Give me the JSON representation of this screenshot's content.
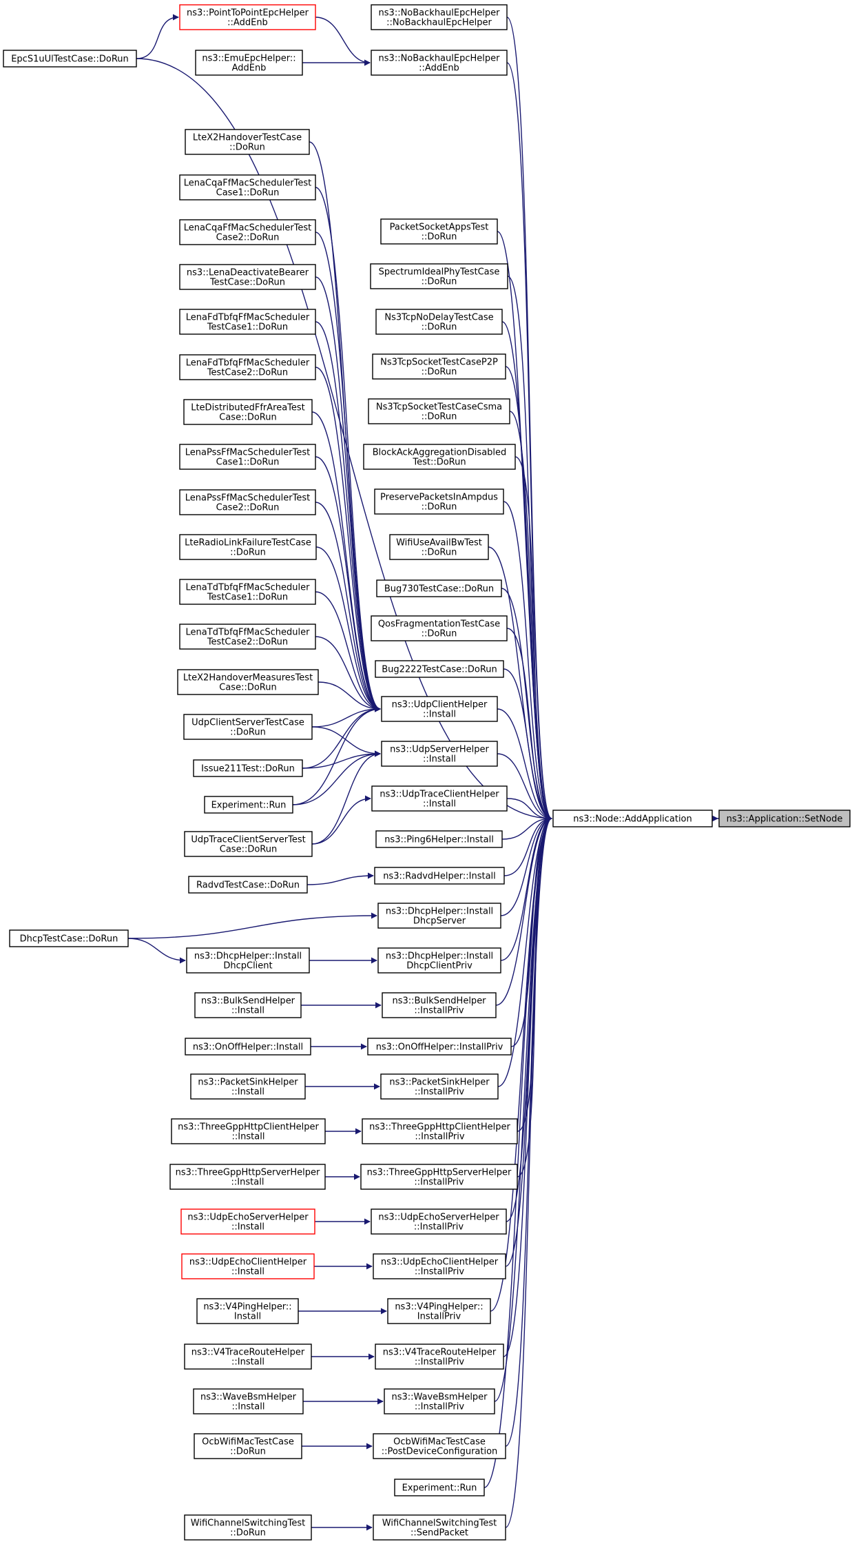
{
  "graph": {
    "edge_color": "#191970",
    "target": "set_node",
    "nodes": {
      "set_node": {
        "lines": [
          "ns3::Application::SetNode"
        ],
        "style": "target"
      },
      "add_app": {
        "lines": [
          "ns3::Node::AddApplication"
        ]
      },
      "nobh_ctor": {
        "lines": [
          "ns3::NoBackhaulEpcHelper",
          "::NoBackhaulEpcHelper"
        ]
      },
      "nobh_addenb": {
        "lines": [
          "ns3::NoBackhaulEpcHelper",
          "::AddEnb"
        ]
      },
      "p2p_addenb": {
        "lines": [
          "ns3::PointToPointEpcHelper",
          "::AddEnb"
        ],
        "style": "red"
      },
      "emu_addenb": {
        "lines": [
          "ns3::EmuEpcHelper::",
          "AddEnb"
        ]
      },
      "epcs1u": {
        "lines": [
          "EpcS1uUlTestCase::DoRun"
        ]
      },
      "ltex2ho": {
        "lines": [
          "LteX2HandoverTestCase",
          "::DoRun"
        ]
      },
      "cqa1": {
        "lines": [
          "LenaCqaFfMacSchedulerTest",
          "Case1::DoRun"
        ]
      },
      "cqa2": {
        "lines": [
          "LenaCqaFfMacSchedulerTest",
          "Case2::DoRun"
        ]
      },
      "deact": {
        "lines": [
          "ns3::LenaDeactivateBearer",
          "TestCase::DoRun"
        ]
      },
      "fdtbfq1": {
        "lines": [
          "LenaFdTbfqFfMacScheduler",
          "TestCase1::DoRun"
        ]
      },
      "fdtbfq2": {
        "lines": [
          "LenaFdTbfqFfMacScheduler",
          "TestCase2::DoRun"
        ]
      },
      "distffr": {
        "lines": [
          "LteDistributedFfrAreaTest",
          "Case::DoRun"
        ]
      },
      "pss1": {
        "lines": [
          "LenaPssFfMacSchedulerTest",
          "Case1::DoRun"
        ]
      },
      "pss2": {
        "lines": [
          "LenaPssFfMacSchedulerTest",
          "Case2::DoRun"
        ]
      },
      "rlf": {
        "lines": [
          "LteRadioLinkFailureTestCase",
          "::DoRun"
        ]
      },
      "tdtbfq1": {
        "lines": [
          "LenaTdTbfqFfMacScheduler",
          "TestCase1::DoRun"
        ]
      },
      "tdtbfq2": {
        "lines": [
          "LenaTdTbfqFfMacScheduler",
          "TestCase2::DoRun"
        ]
      },
      "x2meas": {
        "lines": [
          "LteX2HandoverMeasuresTest",
          "Case::DoRun"
        ]
      },
      "udpcs": {
        "lines": [
          "UdpClientServerTestCase",
          "::DoRun"
        ]
      },
      "issue211": {
        "lines": [
          "Issue211Test::DoRun"
        ]
      },
      "exprun1": {
        "lines": [
          "Experiment::Run"
        ]
      },
      "udptcs": {
        "lines": [
          "UdpTraceClientServerTest",
          "Case::DoRun"
        ]
      },
      "radvdtc": {
        "lines": [
          "RadvdTestCase::DoRun"
        ]
      },
      "dhcptc": {
        "lines": [
          "DhcpTestCase::DoRun"
        ]
      },
      "pktsock": {
        "lines": [
          "PacketSocketAppsTest",
          "::DoRun"
        ]
      },
      "specideal": {
        "lines": [
          "SpectrumIdealPhyTestCase",
          "::DoRun"
        ]
      },
      "tcpnodelay": {
        "lines": [
          "Ns3TcpNoDelayTestCase",
          "::DoRun"
        ]
      },
      "tcpp2p": {
        "lines": [
          "Ns3TcpSocketTestCaseP2P",
          "::DoRun"
        ]
      },
      "tcpcsma": {
        "lines": [
          "Ns3TcpSocketTestCaseCsma",
          "::DoRun"
        ]
      },
      "blockack": {
        "lines": [
          "BlockAckAggregationDisabled",
          "Test::DoRun"
        ]
      },
      "preserve": {
        "lines": [
          "PreservePacketsInAmpdus",
          "::DoRun"
        ]
      },
      "wifiavail": {
        "lines": [
          "WifiUseAvailBwTest",
          "::DoRun"
        ]
      },
      "bug730": {
        "lines": [
          "Bug730TestCase::DoRun"
        ]
      },
      "qosfrag": {
        "lines": [
          "QosFragmentationTestCase",
          "::DoRun"
        ]
      },
      "bug2222": {
        "lines": [
          "Bug2222TestCase::DoRun"
        ]
      },
      "udpclient_inst": {
        "lines": [
          "ns3::UdpClientHelper",
          "::Install"
        ]
      },
      "udpserver_inst": {
        "lines": [
          "ns3::UdpServerHelper",
          "::Install"
        ]
      },
      "udptrace_inst": {
        "lines": [
          "ns3::UdpTraceClientHelper",
          "::Install"
        ]
      },
      "ping6": {
        "lines": [
          "ns3::Ping6Helper::Install"
        ]
      },
      "radvd_inst": {
        "lines": [
          "ns3::RadvdHelper::Install"
        ]
      },
      "dhcp_server": {
        "lines": [
          "ns3::DhcpHelper::Install",
          "DhcpServer"
        ]
      },
      "dhcp_client": {
        "lines": [
          "ns3::DhcpHelper::Install",
          "DhcpClient"
        ]
      },
      "dhcp_clientpriv": {
        "lines": [
          "ns3::DhcpHelper::Install",
          "DhcpClientPriv"
        ]
      },
      "bulk_inst": {
        "lines": [
          "ns3::BulkSendHelper",
          "::Install"
        ]
      },
      "bulk_priv": {
        "lines": [
          "ns3::BulkSendHelper",
          "::InstallPriv"
        ]
      },
      "onoff_inst": {
        "lines": [
          "ns3::OnOffHelper::Install"
        ]
      },
      "onoff_priv": {
        "lines": [
          "ns3::OnOffHelper::InstallPriv"
        ]
      },
      "sink_inst": {
        "lines": [
          "ns3::PacketSinkHelper",
          "::Install"
        ]
      },
      "sink_priv": {
        "lines": [
          "ns3::PacketSinkHelper",
          "::InstallPriv"
        ]
      },
      "httpc_inst": {
        "lines": [
          "ns3::ThreeGppHttpClientHelper",
          "::Install"
        ]
      },
      "httpc_priv": {
        "lines": [
          "ns3::ThreeGppHttpClientHelper",
          "::InstallPriv"
        ]
      },
      "https_inst": {
        "lines": [
          "ns3::ThreeGppHttpServerHelper",
          "::Install"
        ]
      },
      "https_priv": {
        "lines": [
          "ns3::ThreeGppHttpServerHelper",
          "::InstallPriv"
        ]
      },
      "echos_inst": {
        "lines": [
          "ns3::UdpEchoServerHelper",
          "::Install"
        ],
        "style": "red"
      },
      "echos_priv": {
        "lines": [
          "ns3::UdpEchoServerHelper",
          "::InstallPriv"
        ]
      },
      "echoc_inst": {
        "lines": [
          "ns3::UdpEchoClientHelper",
          "::Install"
        ],
        "style": "red"
      },
      "echoc_priv": {
        "lines": [
          "ns3::UdpEchoClientHelper",
          "::InstallPriv"
        ]
      },
      "v4ping_inst": {
        "lines": [
          "ns3::V4PingHelper::",
          "Install"
        ]
      },
      "v4ping_priv": {
        "lines": [
          "ns3::V4PingHelper::",
          "InstallPriv"
        ]
      },
      "v4tr_inst": {
        "lines": [
          "ns3::V4TraceRouteHelper",
          "::Install"
        ]
      },
      "v4tr_priv": {
        "lines": [
          "ns3::V4TraceRouteHelper",
          "::InstallPriv"
        ]
      },
      "bsm_inst": {
        "lines": [
          "ns3::WaveBsmHelper",
          "::Install"
        ]
      },
      "bsm_priv": {
        "lines": [
          "ns3::WaveBsmHelper",
          "::InstallPriv"
        ]
      },
      "ocb_dorun": {
        "lines": [
          "OcbWifiMacTestCase",
          "::DoRun"
        ]
      },
      "ocb_post": {
        "lines": [
          "OcbWifiMacTestCase",
          "::PostDeviceConfiguration"
        ]
      },
      "exprun2": {
        "lines": [
          "Experiment::Run"
        ]
      },
      "wcs_dorun": {
        "lines": [
          "WifiChannelSwitchingTest",
          "::DoRun"
        ]
      },
      "wcs_send": {
        "lines": [
          "WifiChannelSwitchingTest",
          "::SendPacket"
        ]
      }
    },
    "edges": [
      [
        "add_app",
        "set_node"
      ],
      [
        "nobh_ctor",
        "add_app"
      ],
      [
        "nobh_addenb",
        "add_app"
      ],
      [
        "p2p_addenb",
        "nobh_addenb"
      ],
      [
        "emu_addenb",
        "nobh_addenb"
      ],
      [
        "epcs1u",
        "p2p_addenb"
      ],
      [
        "epcs1u",
        "add_app"
      ],
      [
        "pktsock",
        "add_app"
      ],
      [
        "specideal",
        "add_app"
      ],
      [
        "tcpnodelay",
        "add_app"
      ],
      [
        "tcpp2p",
        "add_app"
      ],
      [
        "tcpcsma",
        "add_app"
      ],
      [
        "blockack",
        "add_app"
      ],
      [
        "preserve",
        "add_app"
      ],
      [
        "wifiavail",
        "add_app"
      ],
      [
        "bug730",
        "add_app"
      ],
      [
        "qosfrag",
        "add_app"
      ],
      [
        "bug2222",
        "add_app"
      ],
      [
        "ltex2ho",
        "udpclient_inst"
      ],
      [
        "cqa1",
        "udpclient_inst"
      ],
      [
        "cqa2",
        "udpclient_inst"
      ],
      [
        "deact",
        "udpclient_inst"
      ],
      [
        "fdtbfq1",
        "udpclient_inst"
      ],
      [
        "fdtbfq2",
        "udpclient_inst"
      ],
      [
        "distffr",
        "udpclient_inst"
      ],
      [
        "pss1",
        "udpclient_inst"
      ],
      [
        "pss2",
        "udpclient_inst"
      ],
      [
        "rlf",
        "udpclient_inst"
      ],
      [
        "tdtbfq1",
        "udpclient_inst"
      ],
      [
        "tdtbfq2",
        "udpclient_inst"
      ],
      [
        "x2meas",
        "udpclient_inst"
      ],
      [
        "udpcs",
        "udpclient_inst"
      ],
      [
        "issue211",
        "udpclient_inst"
      ],
      [
        "exprun1",
        "udpclient_inst"
      ],
      [
        "udpcs",
        "udpserver_inst"
      ],
      [
        "issue211",
        "udpserver_inst"
      ],
      [
        "exprun1",
        "udpserver_inst"
      ],
      [
        "udptcs",
        "udpserver_inst"
      ],
      [
        "udptcs",
        "udptrace_inst"
      ],
      [
        "udpclient_inst",
        "add_app"
      ],
      [
        "udpserver_inst",
        "add_app"
      ],
      [
        "udptrace_inst",
        "add_app"
      ],
      [
        "ping6",
        "add_app"
      ],
      [
        "radvdtc",
        "radvd_inst"
      ],
      [
        "radvd_inst",
        "add_app"
      ],
      [
        "dhcptc",
        "dhcp_server"
      ],
      [
        "dhcptc",
        "dhcp_client"
      ],
      [
        "dhcp_server",
        "add_app"
      ],
      [
        "dhcp_client",
        "dhcp_clientpriv"
      ],
      [
        "dhcp_clientpriv",
        "add_app"
      ],
      [
        "bulk_inst",
        "bulk_priv"
      ],
      [
        "bulk_priv",
        "add_app"
      ],
      [
        "onoff_inst",
        "onoff_priv"
      ],
      [
        "onoff_priv",
        "add_app"
      ],
      [
        "sink_inst",
        "sink_priv"
      ],
      [
        "sink_priv",
        "add_app"
      ],
      [
        "httpc_inst",
        "httpc_priv"
      ],
      [
        "httpc_priv",
        "add_app"
      ],
      [
        "https_inst",
        "https_priv"
      ],
      [
        "https_priv",
        "add_app"
      ],
      [
        "echos_inst",
        "echos_priv"
      ],
      [
        "echos_priv",
        "add_app"
      ],
      [
        "echoc_inst",
        "echoc_priv"
      ],
      [
        "echoc_priv",
        "add_app"
      ],
      [
        "v4ping_inst",
        "v4ping_priv"
      ],
      [
        "v4ping_priv",
        "add_app"
      ],
      [
        "v4tr_inst",
        "v4tr_priv"
      ],
      [
        "v4tr_priv",
        "add_app"
      ],
      [
        "bsm_inst",
        "bsm_priv"
      ],
      [
        "bsm_priv",
        "add_app"
      ],
      [
        "ocb_dorun",
        "ocb_post"
      ],
      [
        "ocb_post",
        "add_app"
      ],
      [
        "exprun2",
        "add_app"
      ],
      [
        "wcs_dorun",
        "wcs_send"
      ],
      [
        "wcs_send",
        "add_app"
      ]
    ]
  }
}
